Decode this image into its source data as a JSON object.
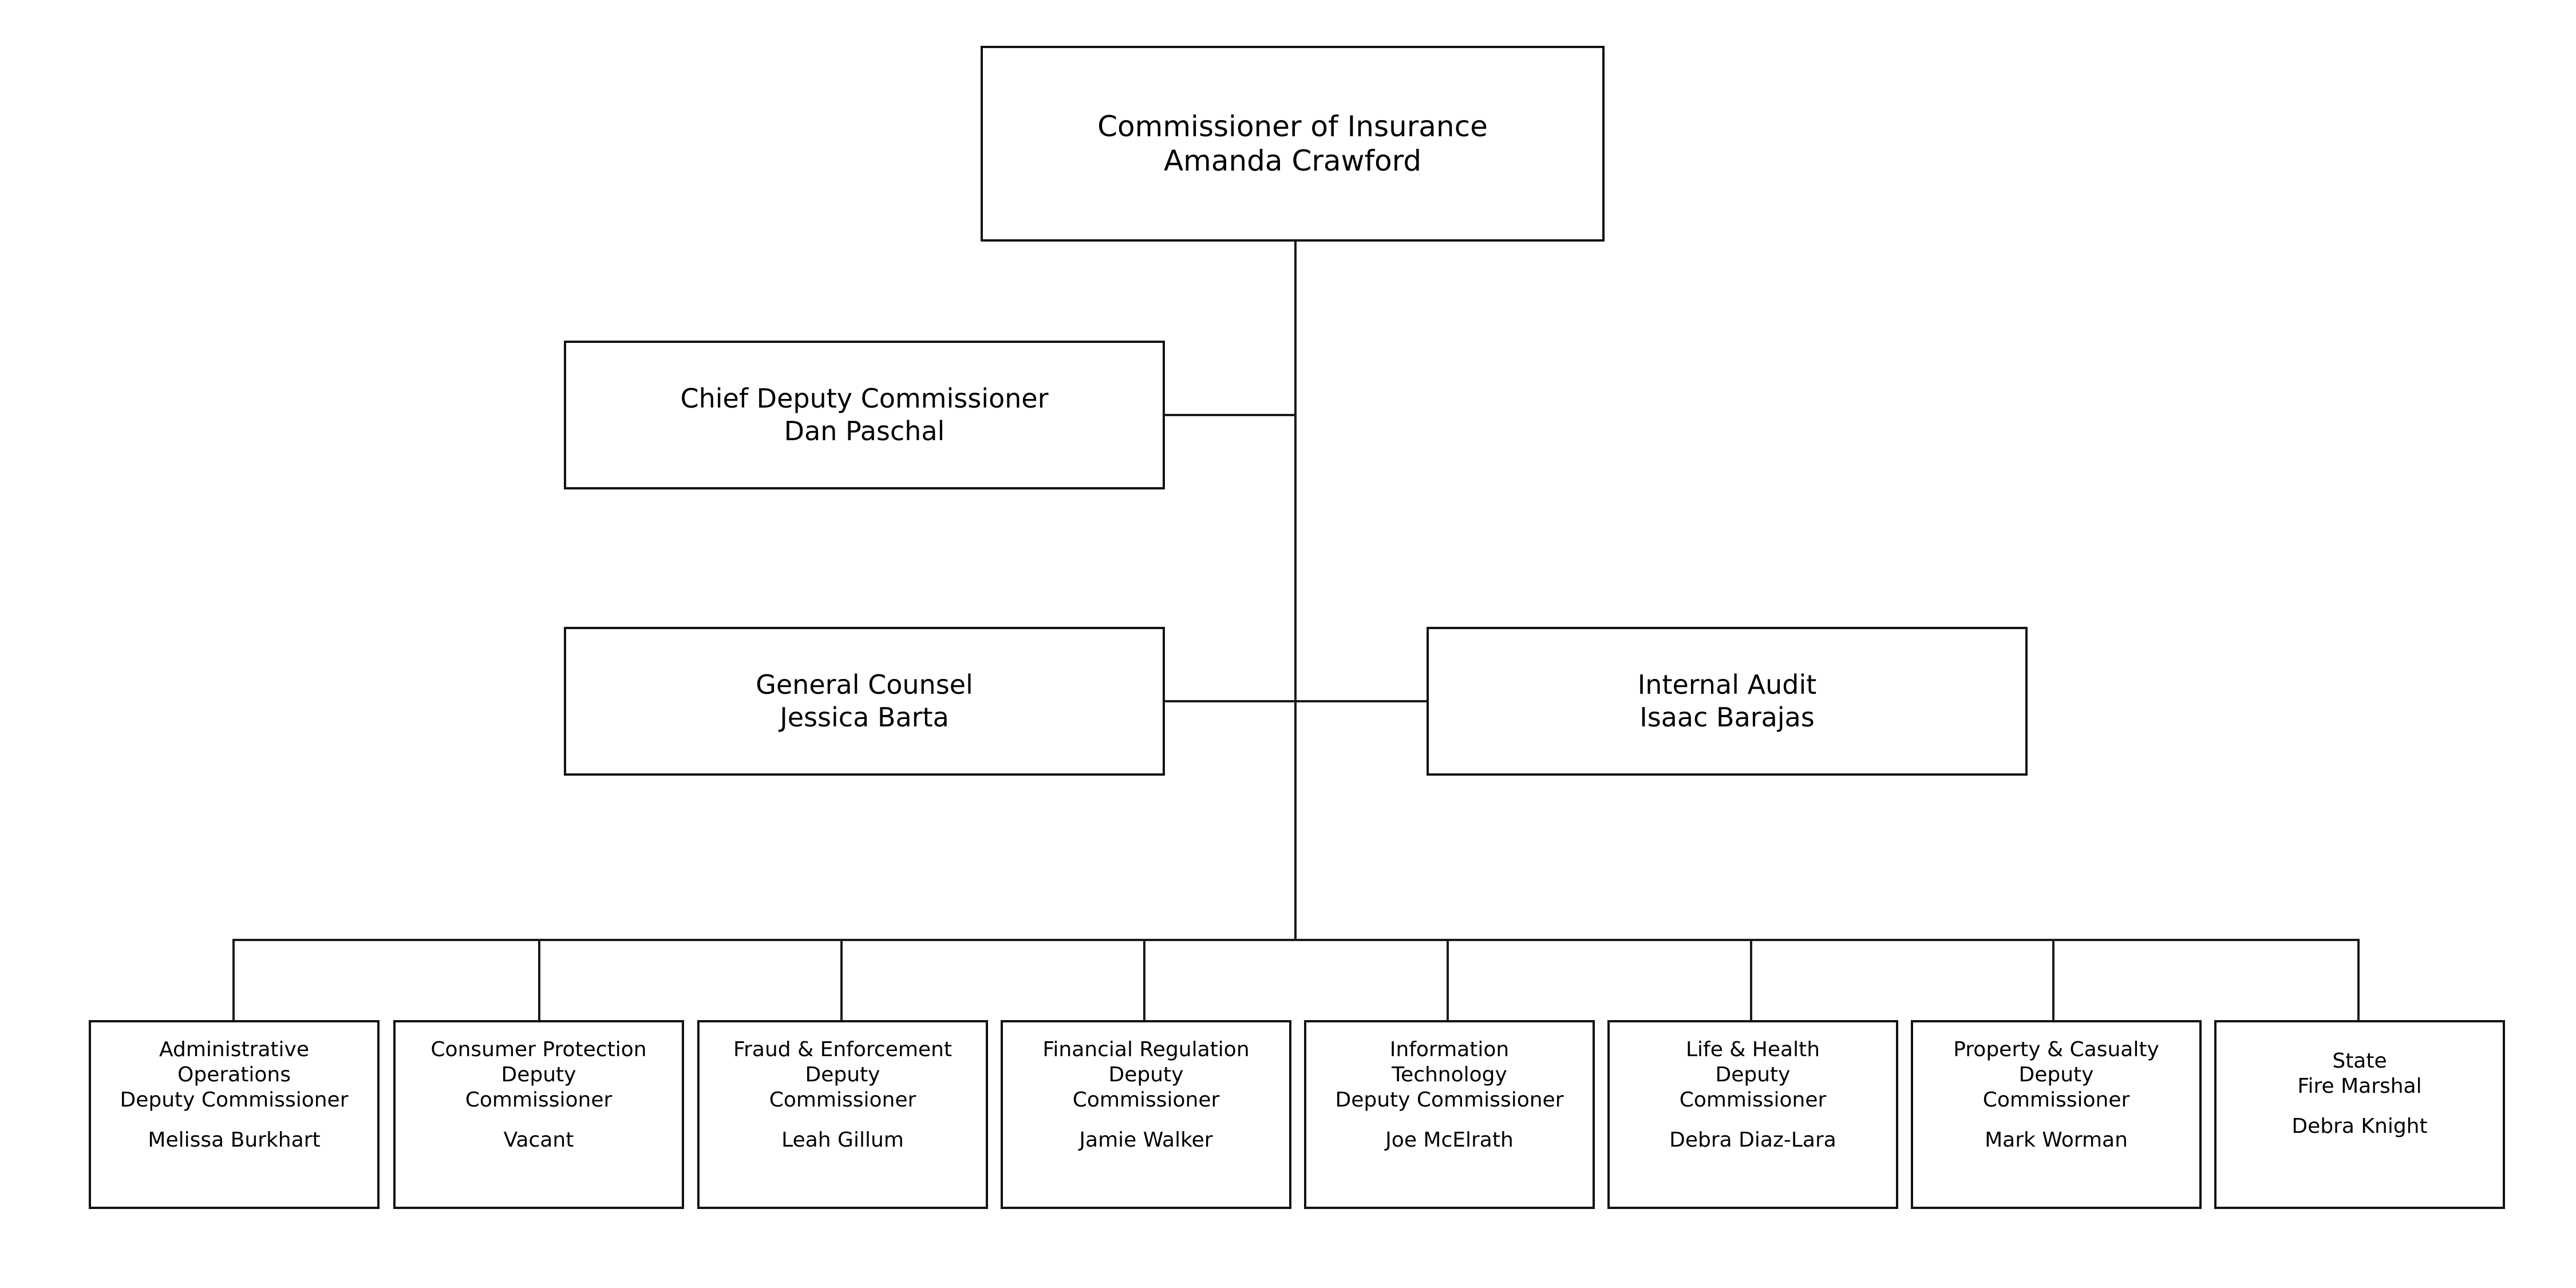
{
  "chart": {
    "type": "organization-chart",
    "orientation": "top-down",
    "line_color": "#121212",
    "background_color": "#ffffff"
  },
  "nodes": {
    "commissioner": {
      "title": "Commissioner of Insurance",
      "person": "Amanda Crawford"
    },
    "chief_deputy": {
      "title": "Chief Deputy Commissioner",
      "person": "Dan Paschal"
    },
    "general_counsel": {
      "title": "General Counsel",
      "person": "Jessica Barta"
    },
    "internal_audit": {
      "title": "Internal Audit",
      "person": "Isaac Barajas"
    }
  },
  "divisions": [
    {
      "line1": "Administrative",
      "line2": "Operations",
      "line3": "Deputy Commissioner",
      "person": "Melissa Burkhart"
    },
    {
      "line1": "Consumer Protection",
      "line2": "Deputy",
      "line3": "Commissioner",
      "person": "Vacant"
    },
    {
      "line1": "Fraud & Enforcement",
      "line2": "Deputy",
      "line3": "Commissioner",
      "person": "Leah Gillum"
    },
    {
      "line1": "Financial Regulation",
      "line2": "Deputy",
      "line3": "Commissioner",
      "person": "Jamie Walker"
    },
    {
      "line1": "Information",
      "line2": "Technology",
      "line3": "Deputy Commissioner",
      "person": "Joe McElrath"
    },
    {
      "line1": "Life & Health",
      "line2": "Deputy",
      "line3": "Commissioner",
      "person": "Debra Diaz-Lara"
    },
    {
      "line1": "Property & Casualty",
      "line2": "Deputy",
      "line3": "Commissioner",
      "person": "Mark Worman"
    },
    {
      "line1": "State",
      "line2": "Fire Marshal",
      "line3": "",
      "person": "Debra Knight"
    }
  ]
}
